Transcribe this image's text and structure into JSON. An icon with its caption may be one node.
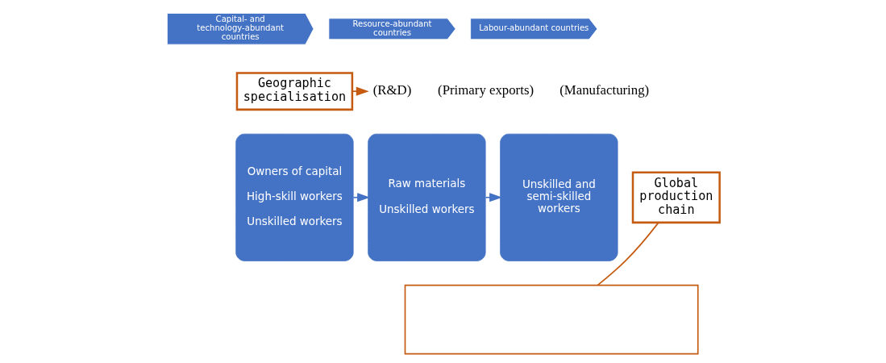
{
  "diagram": {
    "nodes": [
      {
        "text": [
          "Capital- and technology-abundant countries"
        ]
      },
      {
        "text": [
          "Resource-abundant countries"
        ]
      },
      {
        "text": [
          "Labour-abundant countries"
        ]
      },
      {
        "text": [
          "Geographic specialisation"
        ]
      },
      {
        "text": [
          "(R&D)"
        ]
      },
      {
        "text": [
          "Global production chain"
        ]
      },
      {
        "text": [],
        "shape": "box"
      },
      {
        "text": [
          "Owners of capital",
          "High-skill workers",
          "Unskilled workers"
        ]
      },
      {
        "text": [
          "Raw materials",
          "Unskilled workers"
        ]
      },
      {
        "text": [
          "Unskilled and semi-skilled workers"
        ]
      }
    ],
    "edges": [
      {
        "from": 3,
        "to": 4,
        "arrow": "to",
        "color": "#c55a11"
      },
      {
        "from": 5,
        "to": 6,
        "arrow": "none",
        "color": "#c55a11"
      },
      {
        "from": 7,
        "to": 8,
        "arrow": "to",
        "color": "#4472c4"
      },
      {
        "from": 8,
        "to": 9,
        "arrow": "to",
        "color": "#4472c4"
      }
    ],
    "labels": [
      "(Primary exports)",
      "(Manufacturing)"
    ]
  }
}
